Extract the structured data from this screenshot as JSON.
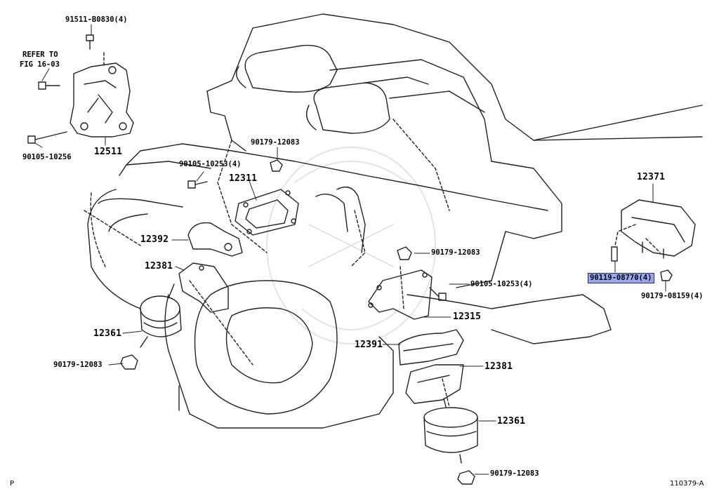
{
  "labels": {
    "p91511_b0830": "91511-B0830(4)",
    "refer_to": "REFER TO",
    "fig_16_03": "FIG 16-03",
    "p90105_10256": "90105-10256",
    "p12511": "12511",
    "p90179_12083_top": "90179-12083",
    "p90105_10253_left": "90105-10253(4)",
    "p12311": "12311",
    "p12392": "12392",
    "p12381_left": "12381",
    "p12361_left": "12361",
    "p90179_12083_left": "90179-12083",
    "p90179_12083_mid": "90179-12083",
    "p90105_10253_mid": "90105-10253(4)",
    "p12315": "12315",
    "p12391": "12391",
    "p12381_right": "12381",
    "p12361_right": "12361",
    "p90179_12083_bottom": "90179-12083",
    "p12371": "12371",
    "p90119_08770": "90119-08770(4)",
    "p90179_08159": "90179-08159(4)"
  },
  "corner_left": "P",
  "corner_right": "110379-A",
  "highlight_color": "#9aa6ee"
}
